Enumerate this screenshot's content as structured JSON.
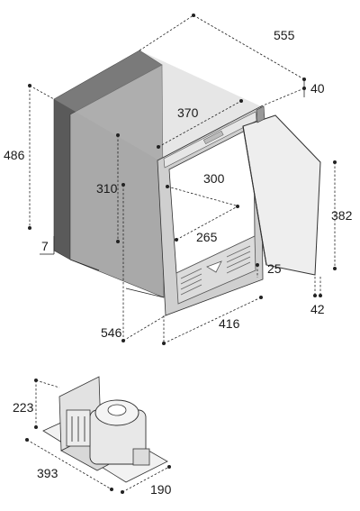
{
  "fridge": {
    "dimensions": {
      "depth": "555",
      "rear_offset": "40",
      "height": "486",
      "base_offset": "7",
      "inner_depth": "370",
      "inner_height": "310",
      "inner_width_top": "300",
      "inner_width_bottom": "265",
      "door_height": "382",
      "vent_offset": "25",
      "door_thickness": "42",
      "side_depth": "546",
      "front_width": "416"
    }
  },
  "compressor_unit": {
    "dimensions": {
      "height": "223",
      "length": "393",
      "width": "190"
    }
  },
  "colors": {
    "cabinet_side": "#a9a9a9",
    "cabinet_dark": "#5a5a5a",
    "front_frame": "#d0d0d0",
    "door": "#eeeeee"
  }
}
